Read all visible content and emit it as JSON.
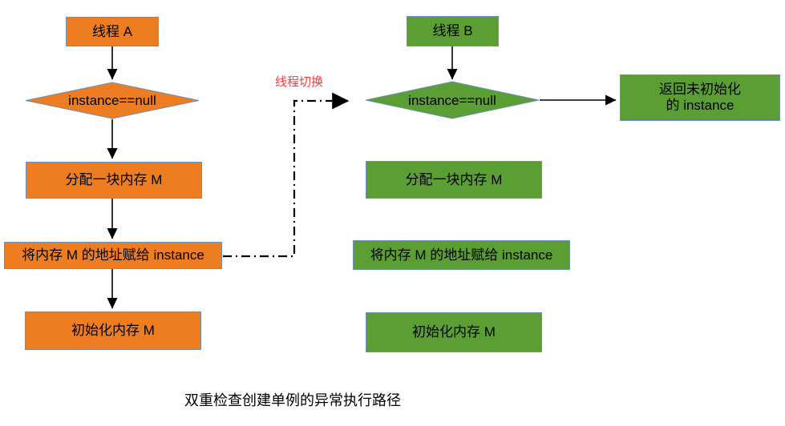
{
  "diagram": {
    "caption": "双重检查创建单例的异常执行路径",
    "colors": {
      "orange_fill": "#ed7d20",
      "green_fill": "#5a9e34",
      "node_border": "#6a8fbd",
      "diamond_border": "#6a8fbd",
      "edge_stroke": "#000000",
      "switch_label_color": "#ff3b3b",
      "background": "#ffffff"
    },
    "thread_a": {
      "start": "线程 A",
      "decision": "instance==null",
      "step_alloc": "分配一块内存 M",
      "step_assign": "将内存 M 的地址赋给 instance",
      "step_init": "初始化内存 M"
    },
    "thread_b": {
      "start": "线程 B",
      "decision": "instance==null",
      "step_alloc": "分配一块内存 M",
      "step_assign": "将内存 M 的地址赋给 instance",
      "step_init": "初始化内存 M",
      "result": "返回未初始化\n的 instance"
    },
    "edges": {
      "thread_switch_label": "线程切换"
    }
  }
}
